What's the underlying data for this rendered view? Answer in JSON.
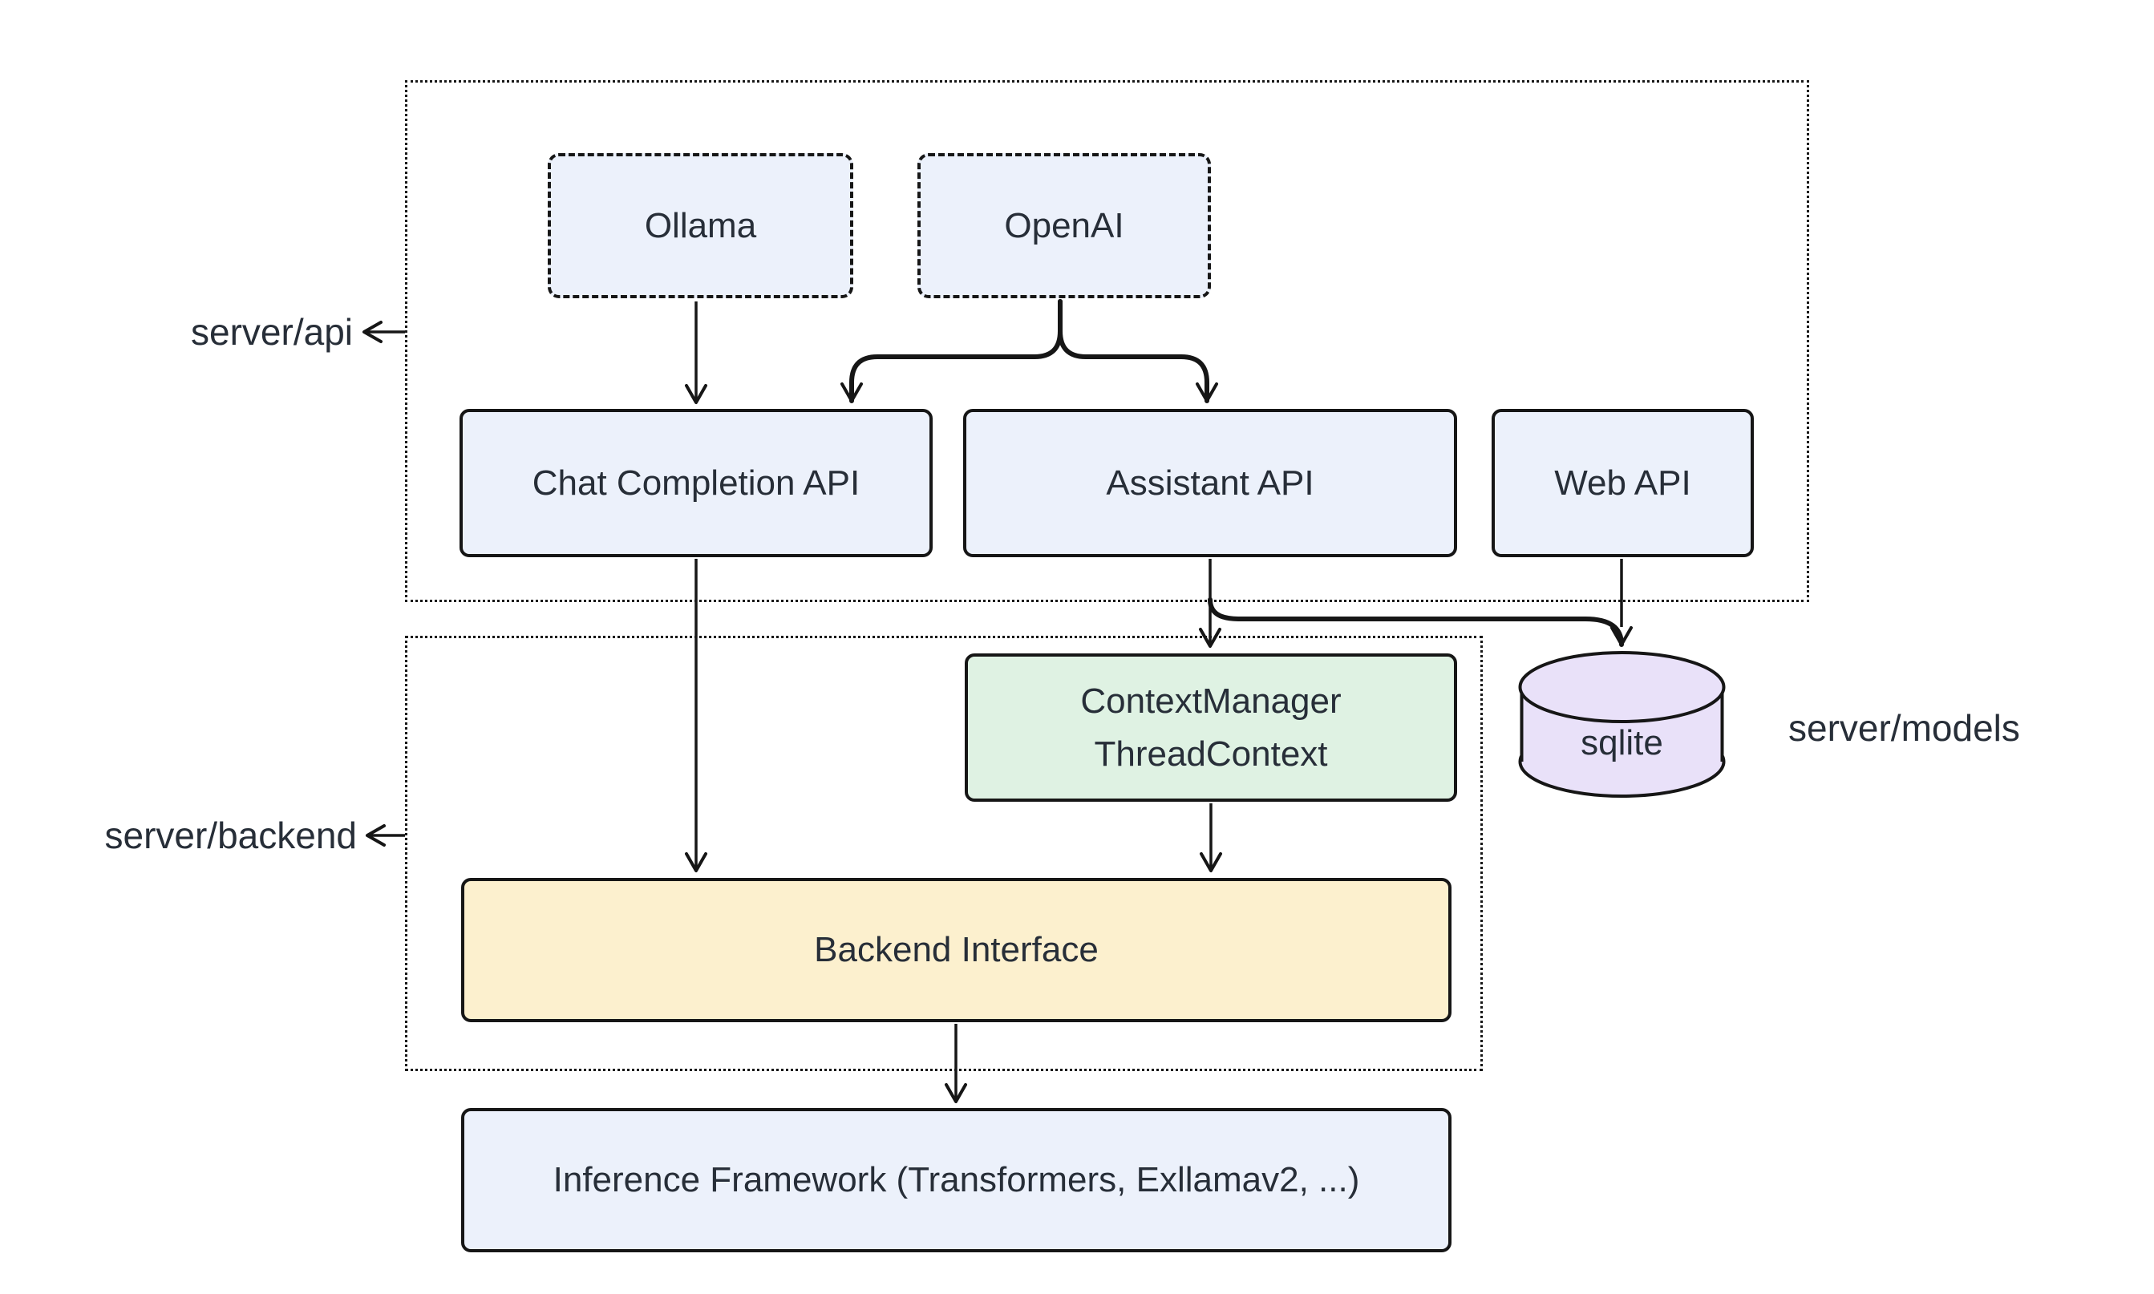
{
  "groups": {
    "server_api": {
      "label": "server/api"
    },
    "server_backend": {
      "label": "server/backend"
    },
    "server_models": {
      "label": "server/models"
    }
  },
  "nodes": {
    "ollama": {
      "label": "Ollama",
      "style": "dashed-blue"
    },
    "openai": {
      "label": "OpenAI",
      "style": "dashed-blue"
    },
    "chat_completion_api": {
      "label": "Chat Completion API",
      "style": "blue"
    },
    "assistant_api": {
      "label": "Assistant API",
      "style": "blue"
    },
    "web_api": {
      "label": "Web API",
      "style": "blue"
    },
    "context_manager": {
      "label_line1": "ContextManager",
      "label_line2": "ThreadContext",
      "style": "green"
    },
    "sqlite": {
      "label": "sqlite",
      "style": "purple-cylinder"
    },
    "backend_interface": {
      "label": "Backend Interface",
      "style": "yellow"
    },
    "inference_framework": {
      "label": "Inference Framework (Transformers, Exllamav2, ...)",
      "style": "blue"
    }
  },
  "edges": [
    {
      "from": "ollama",
      "to": "chat_completion_api"
    },
    {
      "from": "openai",
      "to": "chat_completion_api"
    },
    {
      "from": "openai",
      "to": "assistant_api"
    },
    {
      "from": "chat_completion_api",
      "to": "backend_interface"
    },
    {
      "from": "assistant_api",
      "to": "context_manager"
    },
    {
      "from": "assistant_api",
      "to": "sqlite"
    },
    {
      "from": "web_api",
      "to": "sqlite"
    },
    {
      "from": "context_manager",
      "to": "backend_interface"
    },
    {
      "from": "backend_interface",
      "to": "inference_framework"
    }
  ],
  "colors": {
    "blue": "#ECF1FB",
    "green": "#DFF2E3",
    "yellow": "#FCF0CE",
    "purple": "#E9E1F9",
    "stroke": "#161616",
    "ink": "#272E38",
    "bg": "#FFFFFF"
  }
}
